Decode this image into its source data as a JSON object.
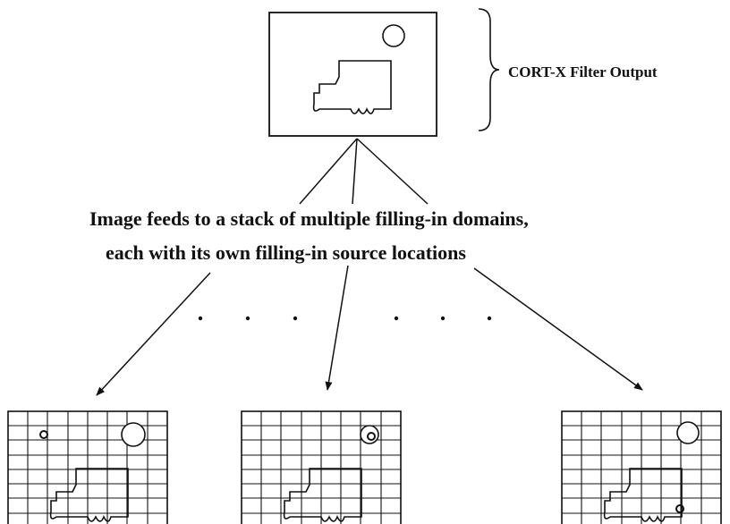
{
  "diagram": {
    "output_label": "CORT-X Filter Output",
    "caption_line1": "Image feeds to a stack of multiple filling-in domains,",
    "caption_line2": "each with its own filling-in source locations"
  }
}
